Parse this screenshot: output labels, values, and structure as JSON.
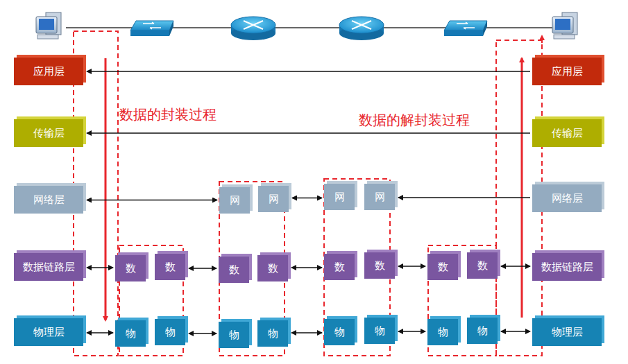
{
  "diagram": {
    "nodes": [
      {
        "text": [
          "应用层"
        ]
      },
      {
        "text": [
          "应用层"
        ]
      },
      {
        "text": [
          "传输层"
        ]
      },
      {
        "text": [
          "传输层"
        ]
      },
      {
        "text": [
          "网络层"
        ]
      },
      {
        "text": [
          "网"
        ]
      },
      {
        "text": [
          "网"
        ]
      },
      {
        "text": [
          "网"
        ]
      },
      {
        "text": [
          "网"
        ]
      },
      {
        "text": [
          "网络层"
        ]
      },
      {
        "text": [
          "数据链路层"
        ]
      },
      {
        "text": [
          "数"
        ]
      },
      {
        "text": [
          "数"
        ]
      },
      {
        "text": [
          "数"
        ]
      },
      {
        "text": [
          "数"
        ]
      },
      {
        "text": [
          "数"
        ]
      },
      {
        "text": [
          "数"
        ]
      },
      {
        "text": [
          "数"
        ]
      },
      {
        "text": [
          "数"
        ]
      },
      {
        "text": [
          "数据链路层"
        ]
      },
      {
        "text": [
          "物理层"
        ]
      },
      {
        "text": [
          "物"
        ]
      },
      {
        "text": [
          "物"
        ]
      },
      {
        "text": [
          "物"
        ]
      },
      {
        "text": [
          "物"
        ]
      },
      {
        "text": [
          "物"
        ]
      },
      {
        "text": [
          "物"
        ]
      },
      {
        "text": [
          "物"
        ]
      },
      {
        "text": [
          "物"
        ]
      },
      {
        "text": [
          "物理层"
        ]
      }
    ],
    "edges": [
      {
        "from": 1,
        "to": 0,
        "arrow": "to"
      },
      {
        "from": 3,
        "to": 2,
        "arrow": "to"
      },
      {
        "from": 4,
        "to": 5,
        "arrow": "both"
      },
      {
        "from": 6,
        "to": 7,
        "arrow": "both"
      },
      {
        "from": 9,
        "to": 8,
        "arrow": "to"
      },
      {
        "from": 10,
        "to": 11,
        "arrow": "both"
      },
      {
        "from": 12,
        "to": 13,
        "arrow": "both"
      },
      {
        "from": 14,
        "to": 15,
        "arrow": "both"
      },
      {
        "from": 16,
        "to": 17,
        "arrow": "both"
      },
      {
        "from": 18,
        "to": 19,
        "arrow": "both"
      },
      {
        "from": 20,
        "to": 21,
        "arrow": "both"
      },
      {
        "from": 22,
        "to": 23,
        "arrow": "both"
      },
      {
        "from": 24,
        "to": 25,
        "arrow": "both"
      },
      {
        "from": 26,
        "to": 27,
        "arrow": "both"
      },
      {
        "from": 28,
        "to": 29,
        "arrow": "both"
      }
    ],
    "labels": [
      "数据的封装过程",
      "数据的解封装过程"
    ]
  }
}
